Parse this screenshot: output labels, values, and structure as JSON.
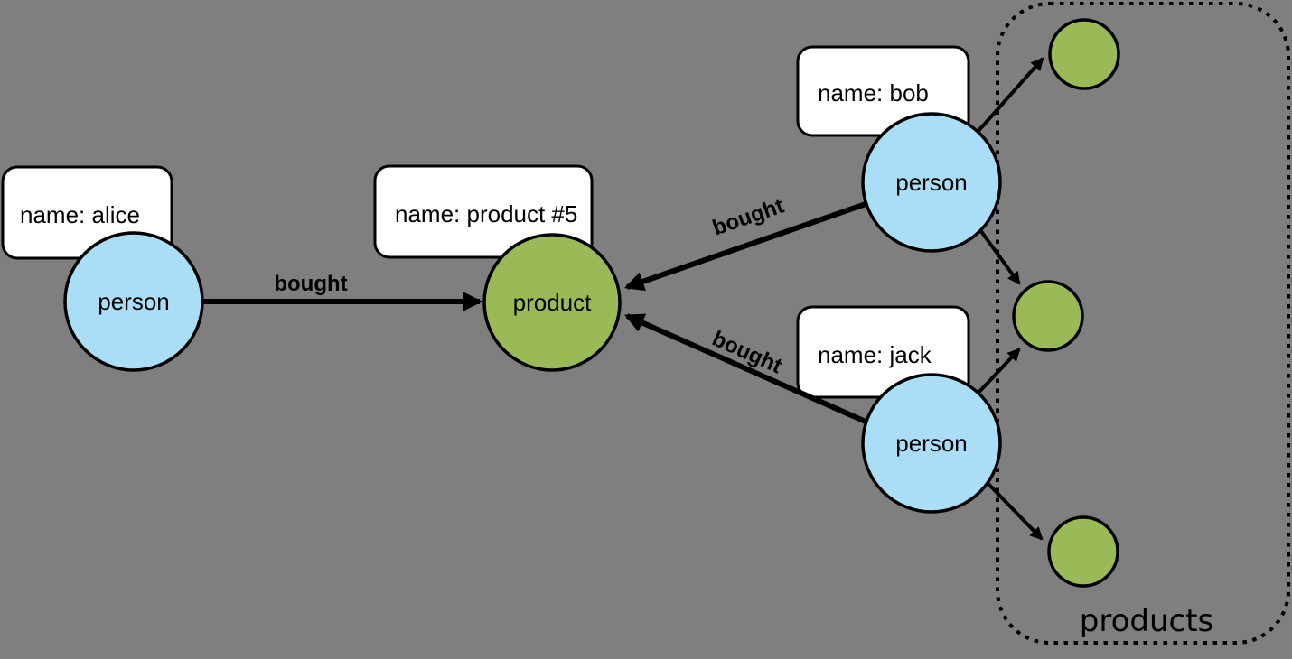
{
  "diagram": {
    "background": "#7f7f7f",
    "colors": {
      "person_fill": "#aadef7",
      "product_fill": "#9ab957",
      "label_box_fill": "#ffffff",
      "stroke": "#000000"
    },
    "nodes": {
      "alice": {
        "type": "person",
        "label": "person",
        "property": "name: alice"
      },
      "product5": {
        "type": "product",
        "label": "product",
        "property": "name: product #5"
      },
      "bob": {
        "type": "person",
        "label": "person",
        "property": "name: bob"
      },
      "jack": {
        "type": "person",
        "label": "person",
        "property": "name: jack"
      },
      "product_a": {
        "type": "product",
        "label": ""
      },
      "product_b": {
        "type": "product",
        "label": ""
      },
      "product_c": {
        "type": "product",
        "label": ""
      }
    },
    "edges": [
      {
        "from": "alice",
        "to": "product5",
        "label": "bought"
      },
      {
        "from": "bob",
        "to": "product5",
        "label": "bought"
      },
      {
        "from": "jack",
        "to": "product5",
        "label": "bought"
      },
      {
        "from": "bob",
        "to": "product_a",
        "label": ""
      },
      {
        "from": "bob",
        "to": "product_b",
        "label": ""
      },
      {
        "from": "jack",
        "to": "product_b",
        "label": ""
      },
      {
        "from": "jack",
        "to": "product_c",
        "label": ""
      }
    ],
    "group": {
      "label": "products",
      "members": [
        "product_a",
        "product_b",
        "product_c"
      ]
    }
  }
}
